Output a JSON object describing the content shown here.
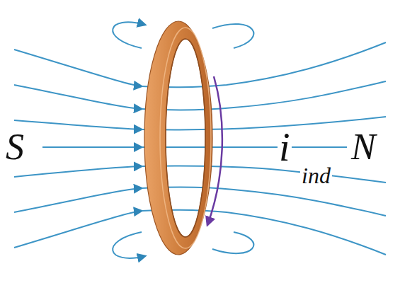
{
  "diagram": {
    "labels": [
      "S",
      "i",
      "ind",
      "N"
    ]
  }
}
